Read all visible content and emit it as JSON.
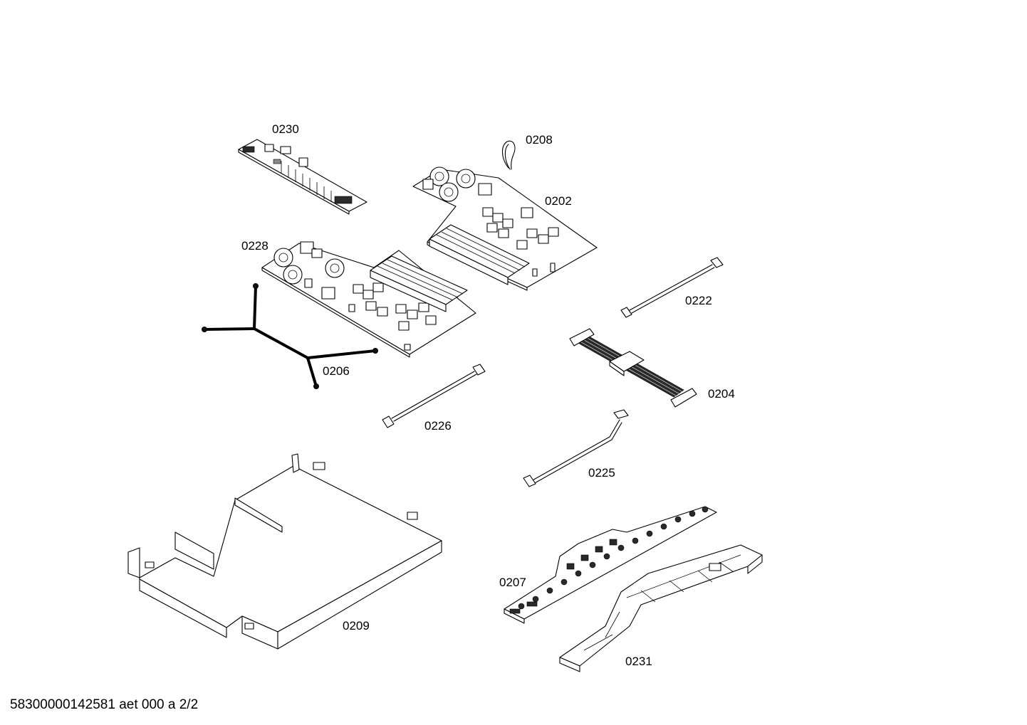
{
  "diagram": {
    "parts": [
      {
        "id": "p0230",
        "label": "0230"
      },
      {
        "id": "p0208",
        "label": "0208"
      },
      {
        "id": "p0202",
        "label": "0202"
      },
      {
        "id": "p0228",
        "label": "0228"
      },
      {
        "id": "p0222",
        "label": "0222"
      },
      {
        "id": "p0204",
        "label": "0204"
      },
      {
        "id": "p0206",
        "label": "0206"
      },
      {
        "id": "p0226",
        "label": "0226"
      },
      {
        "id": "p0225",
        "label": "0225"
      },
      {
        "id": "p0209",
        "label": "0209"
      },
      {
        "id": "p0207",
        "label": "0207"
      },
      {
        "id": "p0231",
        "label": "0231"
      }
    ]
  },
  "footer": {
    "code": "58300000142581 aet 000 a 2/2"
  }
}
